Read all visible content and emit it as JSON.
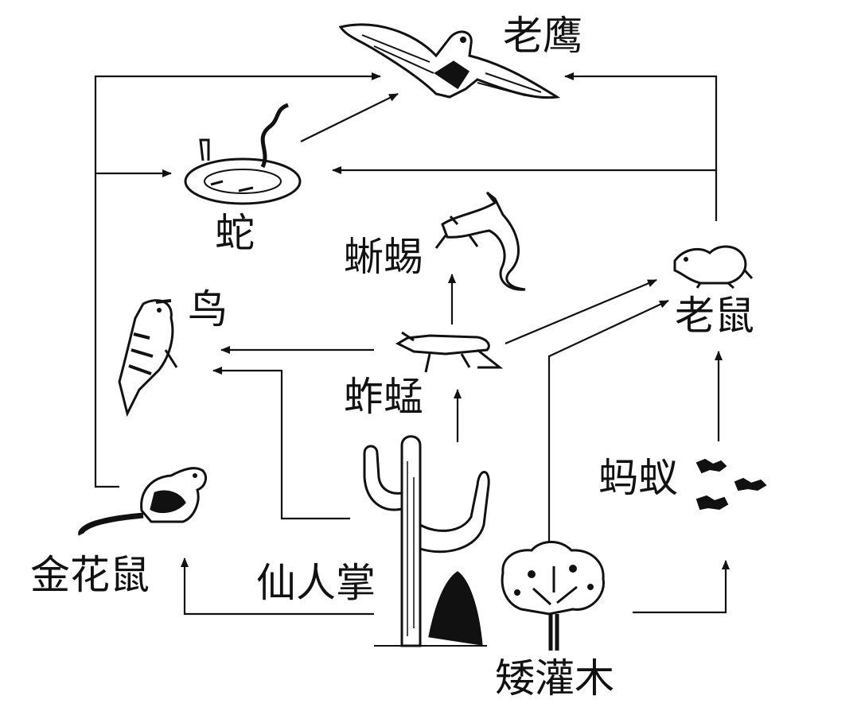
{
  "diagram": {
    "labels": {
      "eagle": "老鹰",
      "snake": "蛇",
      "lizard": "蜥蜴",
      "bird": "鸟",
      "grasshopper": "蚱蜢",
      "mouse": "老鼠",
      "ant": "蚂蚁",
      "chipmunk": "金花鼠",
      "cactus": "仙人掌",
      "shrub": "矮灌木"
    },
    "arrows": [
      {
        "from": "chipmunk",
        "to": "eagle"
      },
      {
        "from": "chipmunk",
        "to": "snake"
      },
      {
        "from": "snake",
        "to": "eagle"
      },
      {
        "from": "mouse",
        "to": "eagle"
      },
      {
        "from": "mouse",
        "to": "snake"
      },
      {
        "from": "grasshopper",
        "to": "lizard"
      },
      {
        "from": "grasshopper",
        "to": "bird"
      },
      {
        "from": "grasshopper",
        "to": "mouse"
      },
      {
        "from": "cactus",
        "to": "grasshopper"
      },
      {
        "from": "cactus",
        "to": "bird"
      },
      {
        "from": "cactus",
        "to": "chipmunk"
      },
      {
        "from": "shrub",
        "to": "mouse"
      },
      {
        "from": "shrub",
        "to": "ant"
      },
      {
        "from": "ant",
        "to": "mouse"
      }
    ],
    "colors": {
      "ink": "#111111",
      "background": "#ffffff"
    }
  }
}
